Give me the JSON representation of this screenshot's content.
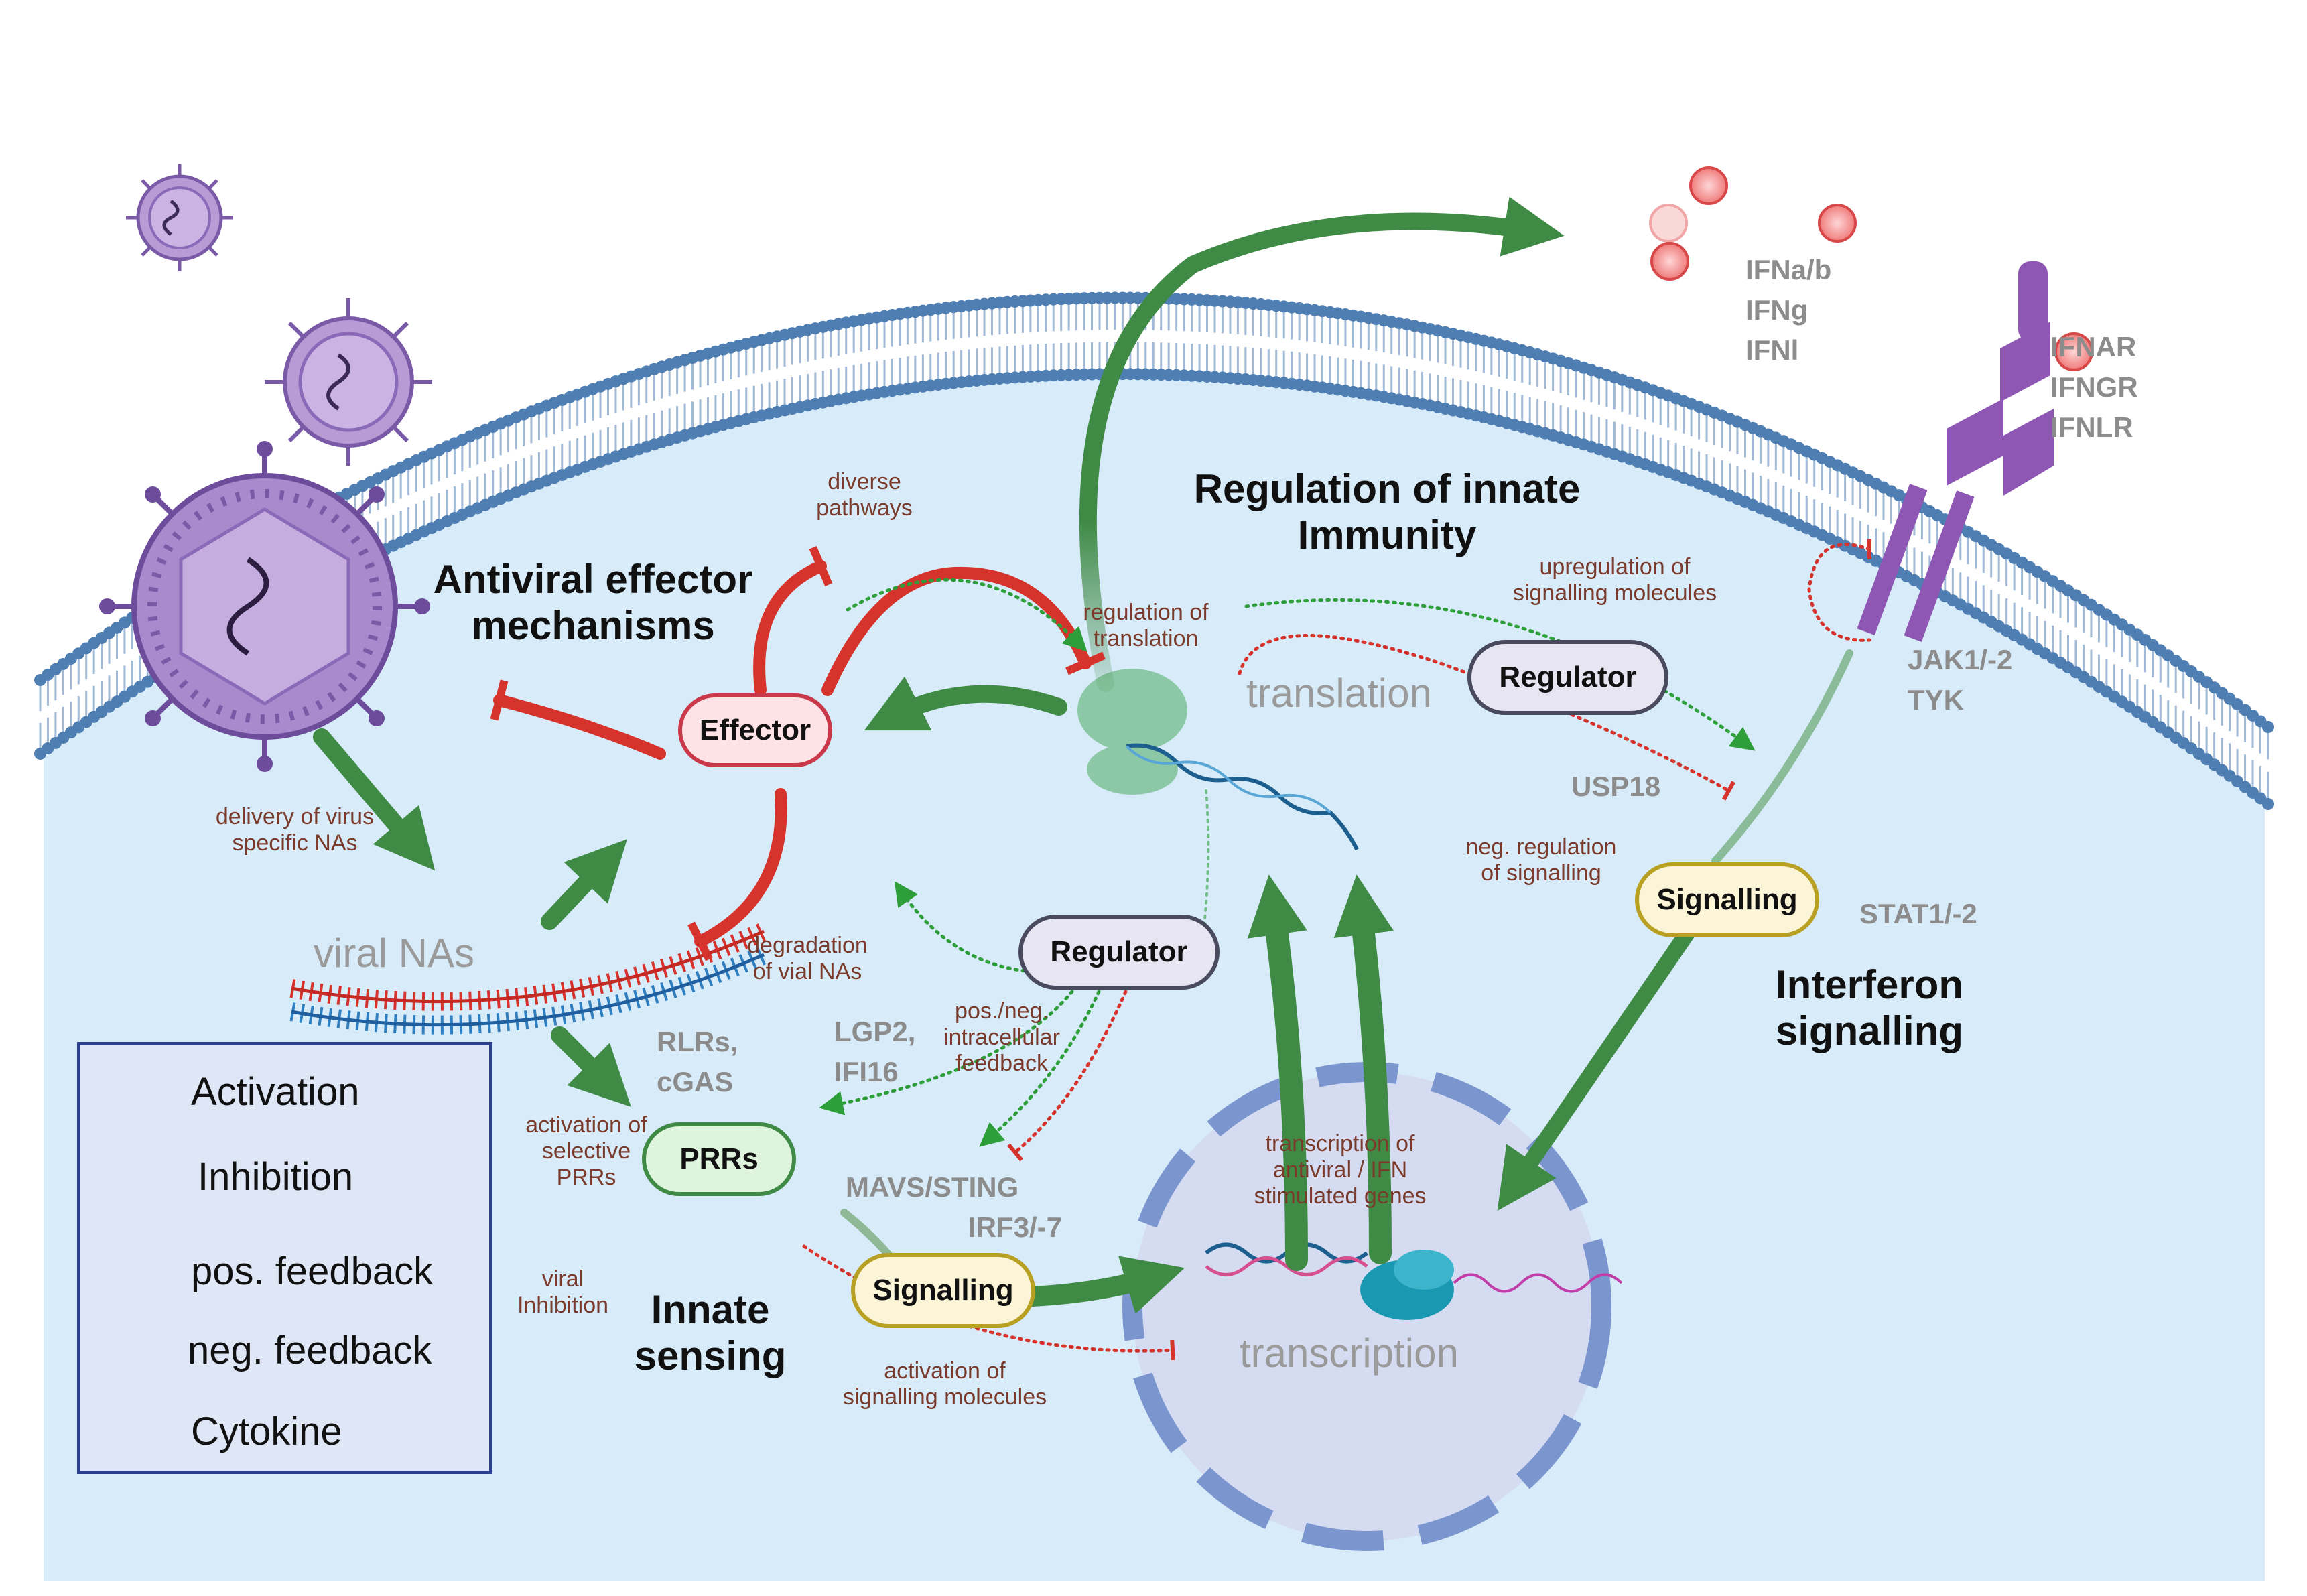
{
  "titles": {
    "antiviral": [
      "Antiviral effector",
      "mechanisms"
    ],
    "regulation": [
      "Regulation of innate",
      "Immunity"
    ],
    "interferon": [
      "Interferon",
      "signalling"
    ],
    "innate_sensing": [
      "Innate",
      "sensing"
    ]
  },
  "nodes": {
    "effector": "Effector",
    "regulator_top": "Regulator",
    "regulator_mid": "Regulator",
    "signalling_right": "Signalling",
    "signalling_bottom": "Signalling",
    "prrs": "PRRs"
  },
  "labels": {
    "viral_nas": "viral NAs",
    "translation": "translation",
    "transcription": "transcription"
  },
  "notes": {
    "diverse": [
      "diverse",
      "pathways"
    ],
    "reg_translation": [
      "regulation of",
      "translation"
    ],
    "upregulation": [
      "upregulation of",
      "signalling molecules"
    ],
    "delivery": [
      "delivery of virus",
      "specific NAs"
    ],
    "degradation": [
      "degradation",
      "of vial NAs"
    ],
    "neg_regulation": [
      "neg. regulation",
      "of signalling"
    ],
    "pos_neg": [
      "pos./neg.",
      "intracellular",
      "feedback"
    ],
    "activation_prrs": [
      "activation of",
      "selective",
      "PRRs"
    ],
    "viral_inhibition": [
      "viral",
      "Inhibition"
    ],
    "transcription_of": [
      "transcription of",
      "antiviral / IFN",
      "stimulated genes"
    ],
    "activation_signalling": [
      "activation of",
      "signalling molecules"
    ]
  },
  "genes": {
    "ifn": [
      "IFNa/b",
      "IFNg",
      "IFNl"
    ],
    "receptors": [
      "IFNAR",
      "IFNGR",
      "IFNLR"
    ],
    "jak": [
      "JAK1/-2",
      "TYK"
    ],
    "usp18": "USP18",
    "stat": "STAT1/-2",
    "rlrs": [
      "RLRs,",
      "cGAS"
    ],
    "lgp2": [
      "LGP2,",
      "IFI16"
    ],
    "mavs": "MAVS/STING",
    "irf": "IRF3/-7"
  },
  "legend": [
    {
      "label": "Activation",
      "kind": "activation"
    },
    {
      "label": "Inhibition",
      "kind": "inhibition"
    },
    {
      "label": "pos. feedback",
      "kind": "pos-feedback"
    },
    {
      "label": "neg. feedback",
      "kind": "neg-feedback"
    },
    {
      "label": "Cytokine",
      "kind": "cytokine"
    }
  ],
  "colors": {
    "activation": "#3f8a45",
    "inhibition": "#d6332c",
    "pos_feedback": "#2e9e3a",
    "neg_feedback": "#d6332c",
    "cytokine": "#ef7b7b",
    "membrane": "#4f7eb3",
    "cytoplasm": "#d8ebf9",
    "nucleus": "#d5dcf1",
    "virus": "#9b7bc0"
  }
}
